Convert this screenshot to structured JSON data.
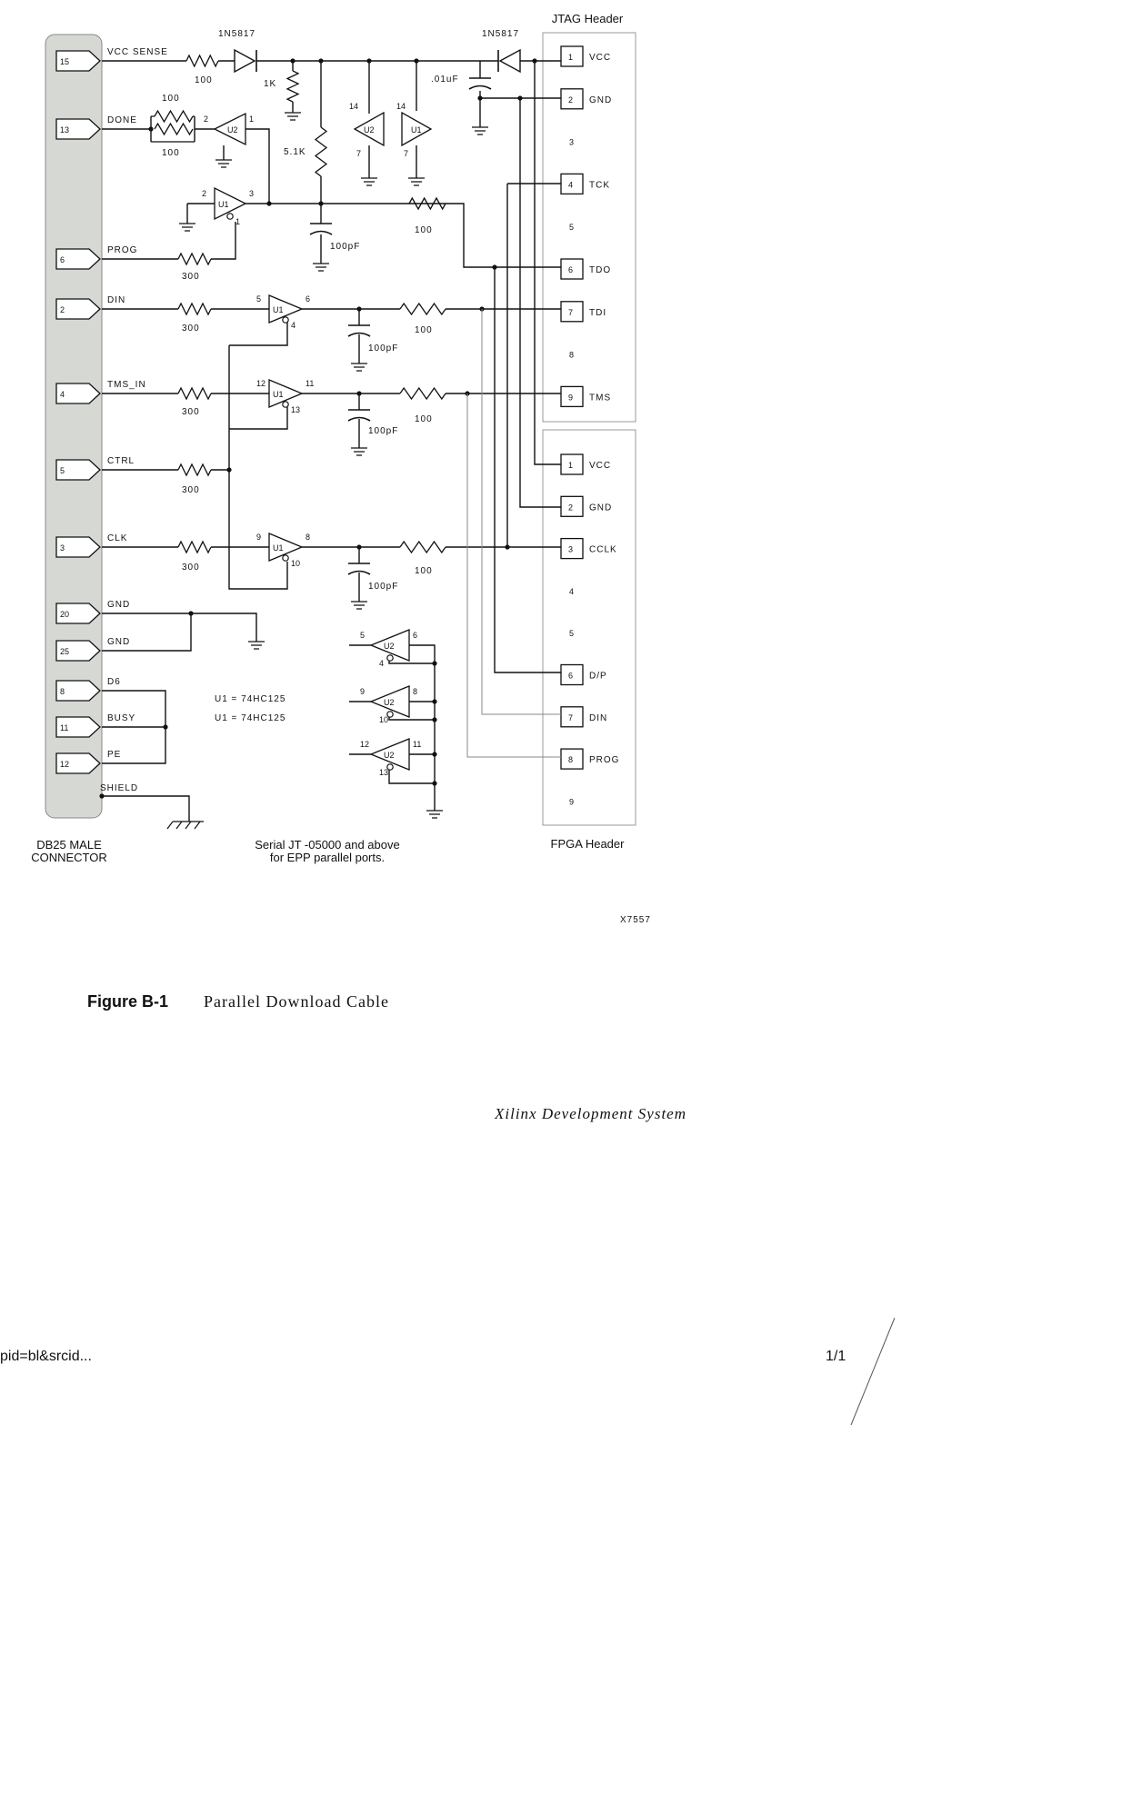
{
  "connector_pins": [
    {
      "num": "15",
      "label": "VCC SENSE"
    },
    {
      "num": "13",
      "label": "DONE"
    },
    {
      "num": "6",
      "label": "PROG"
    },
    {
      "num": "2",
      "label": "DIN"
    },
    {
      "num": "4",
      "label": "TMS_IN"
    },
    {
      "num": "5",
      "label": "CTRL"
    },
    {
      "num": "3",
      "label": "CLK"
    },
    {
      "num": "20",
      "label": "GND"
    },
    {
      "num": "25",
      "label": "GND"
    },
    {
      "num": "8",
      "label": "D6"
    },
    {
      "num": "11",
      "label": "BUSY"
    },
    {
      "num": "12",
      "label": "PE"
    }
  ],
  "shield_label": "SHIELD",
  "connector_title": [
    "DB25 MALE",
    "CONNECTOR"
  ],
  "jtag_title": "JTAG Header",
  "jtag_pins": [
    {
      "num": "1",
      "label": "VCC"
    },
    {
      "num": "2",
      "label": "GND"
    },
    {
      "num": "3",
      "label": ""
    },
    {
      "num": "4",
      "label": "TCK"
    },
    {
      "num": "5",
      "label": ""
    },
    {
      "num": "6",
      "label": "TDO"
    },
    {
      "num": "7",
      "label": "TDI"
    },
    {
      "num": "8",
      "label": ""
    },
    {
      "num": "9",
      "label": "TMS"
    }
  ],
  "fpga_title": "FPGA Header",
  "fpga_pins": [
    {
      "num": "1",
      "label": "VCC"
    },
    {
      "num": "2",
      "label": "GND"
    },
    {
      "num": "3",
      "label": "CCLK"
    },
    {
      "num": "4",
      "label": ""
    },
    {
      "num": "5",
      "label": ""
    },
    {
      "num": "6",
      "label": "D/P"
    },
    {
      "num": "7",
      "label": "DIN"
    },
    {
      "num": "8",
      "label": "PROG"
    },
    {
      "num": "9",
      "label": ""
    }
  ],
  "components": {
    "diode1": "1N5817",
    "diode2": "1N5817",
    "r_vcc": "100",
    "r_1k": "1K",
    "r_5k1": "5.1K",
    "cap_01": ".01uF",
    "r_done_a": "100",
    "r_done_b": "100",
    "r_prog": "300",
    "r_tdo": "100",
    "cap_prog": "100pF",
    "r_din": "300",
    "r_din_out": "100",
    "cap_din": "100pF",
    "r_tms": "300",
    "r_tms_out": "100",
    "cap_tms": "100pF",
    "r_ctrl": "300",
    "r_clk": "300",
    "r_clk_out": "100",
    "cap_clk": "100pF"
  },
  "gates": {
    "u2_done": {
      "name": "U2",
      "in": "1",
      "out": "2"
    },
    "u1_prog": {
      "name": "U1",
      "in": "2",
      "out": "3",
      "en": "1"
    },
    "u2_pwr": {
      "name": "U2",
      "top": "14",
      "bot": "7"
    },
    "u1_pwr": {
      "name": "U1",
      "top": "14",
      "bot": "7"
    },
    "u1_din": {
      "name": "U1",
      "in": "5",
      "out": "6",
      "en": "4"
    },
    "u1_tms": {
      "name": "U1",
      "in": "12",
      "out": "11",
      "en": "13"
    },
    "u1_clk": {
      "name": "U1",
      "in": "9",
      "out": "8",
      "en": "10"
    },
    "u2_a": {
      "name": "U2",
      "in": "6",
      "out": "5",
      "en": "4"
    },
    "u2_b": {
      "name": "U2",
      "in": "8",
      "out": "9",
      "en": "10"
    },
    "u2_c": {
      "name": "U2",
      "in": "11",
      "out": "12",
      "en": "13"
    }
  },
  "notes": {
    "u1_part": "U1 = 74HC125",
    "u2_part": "U1 = 74HC125",
    "serial_line1": "Serial JT -05000 and above",
    "serial_line2": "for EPP parallel ports.",
    "drawing_id": "X7557"
  },
  "caption": {
    "number": "Figure B-1",
    "text": "Parallel Download Cable"
  },
  "footer": {
    "system": "Xilinx Development System",
    "url_fragment": "pid=bl&srcid...",
    "page": "1/1"
  }
}
